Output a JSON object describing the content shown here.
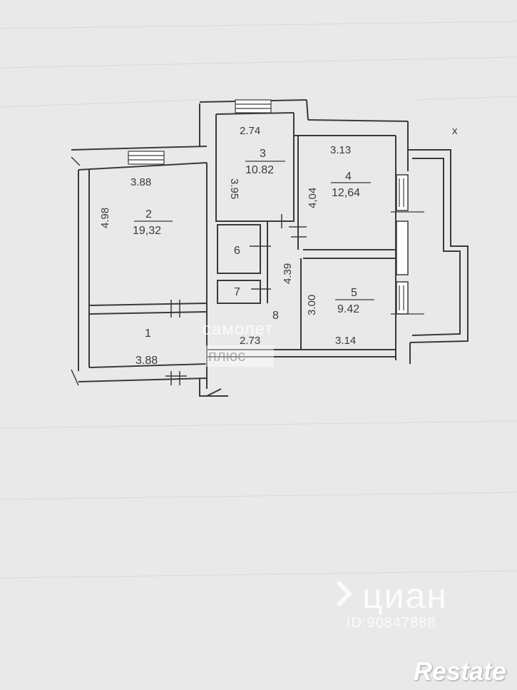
{
  "plan": {
    "rooms": [
      {
        "number": "1",
        "area": "3.88"
      },
      {
        "number": "2",
        "area": "19,32"
      },
      {
        "number": "3",
        "area": "10.82"
      },
      {
        "number": "4",
        "area": "12,64"
      },
      {
        "number": "5",
        "area": "9.42"
      },
      {
        "number": "6",
        "area": ""
      },
      {
        "number": "7",
        "area": ""
      },
      {
        "number": "8",
        "area": ""
      }
    ],
    "dimensions": {
      "room2_width": "3.88",
      "room2_length": "4.98",
      "room3_width": "2.74",
      "room3_length": "3.95",
      "room4_width": "3.13",
      "room4_length": "4,04",
      "corridor_length": "4.39",
      "room5_length": "3.00",
      "room5_width": "3.14",
      "corridor_width": "2.73"
    },
    "mark": "x"
  },
  "watermarks": {
    "samolet_line1": "самолет",
    "samolet_line2": "плюс",
    "cian_logo": "циан",
    "cian_id": "ID:90847888",
    "restate": "Restate"
  },
  "colors": {
    "paper": "#e9e9ea",
    "ink": "#3a3a3a",
    "wall_fill": "#ffffff",
    "watermark": "#ffffff"
  }
}
